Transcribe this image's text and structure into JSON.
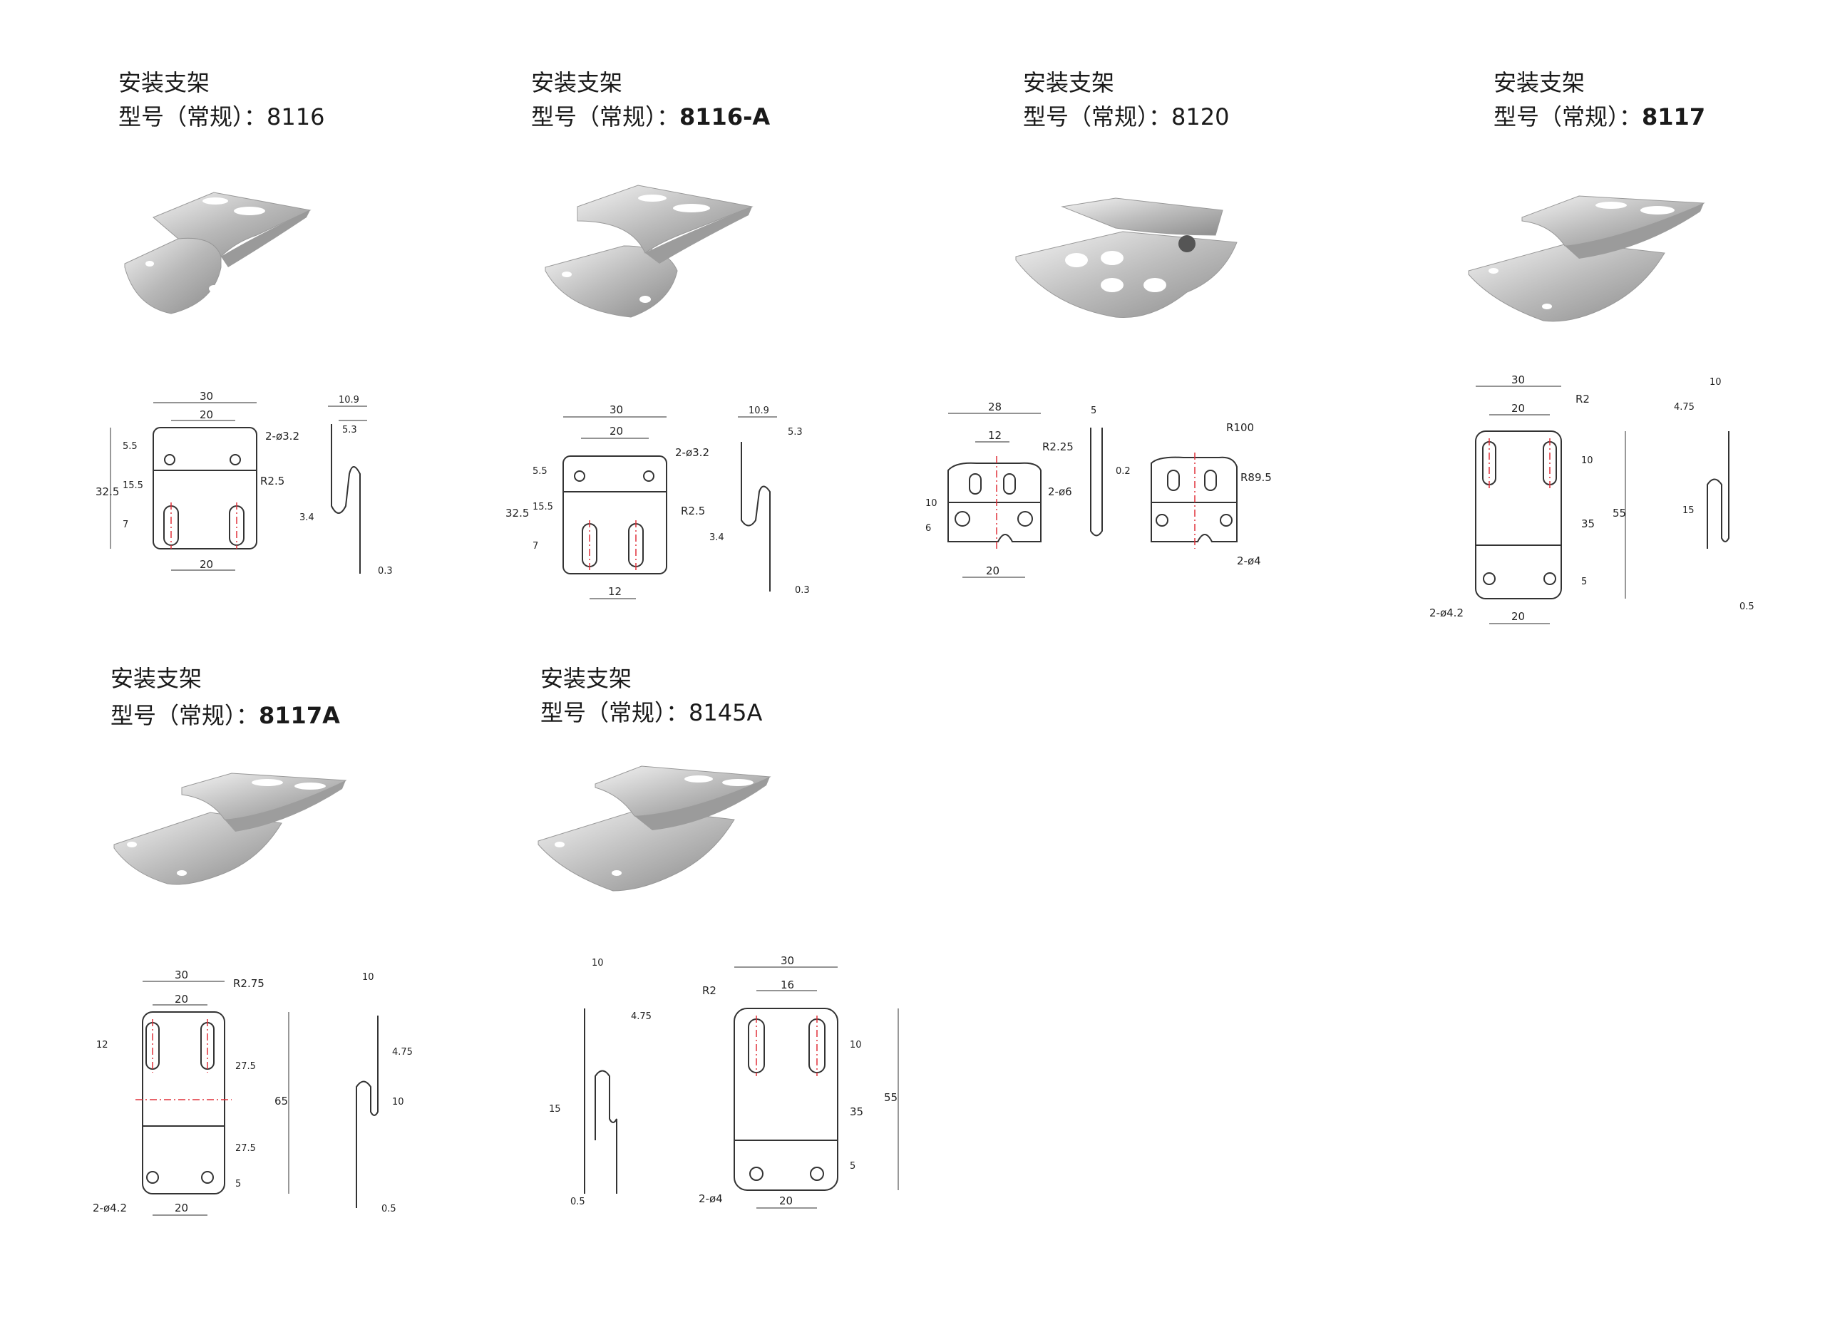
{
  "products": [
    {
      "title": "安装支架",
      "model_prefix": "型号（常规）：",
      "model": "8116",
      "model_bold": false,
      "dims": {
        "w_outer": "30",
        "w_holes": "20",
        "h_total": "32.5",
        "top_off": "5.5",
        "mid": "15.5",
        "slot": "7",
        "bottom_w": "20",
        "hole": "2-ø3.2",
        "slot_r": "R2.5",
        "depth": "10.9",
        "depth2": "5.3",
        "lip": "3.4",
        "thick": "0.3"
      }
    },
    {
      "title": "安装支架",
      "model_prefix": "型号（常规）：",
      "model": "8116-A",
      "model_bold": true,
      "dims": {
        "w_outer": "30",
        "w_holes": "20",
        "h_total": "32.5",
        "top_off": "5.5",
        "mid": "15.5",
        "slot": "7",
        "bottom_w": "12",
        "hole": "2-ø3.2",
        "slot_r": "R2.5",
        "depth": "10.9",
        "depth2": "5.3",
        "lip": "3.4",
        "thick": "0.3"
      }
    },
    {
      "title": "安装支架",
      "model_prefix": "型号（常规）：",
      "model": "8120",
      "model_bold": false,
      "dims": {
        "w_outer": "28",
        "w_holes": "12",
        "slot_r": "R2.25",
        "hole": "2-ø6",
        "h1": "10",
        "h2": "6",
        "bottom_w": "20",
        "depth": "5",
        "thick": "0.2",
        "r_top": "R100",
        "r_side": "R89.5",
        "hole2": "2-ø4"
      }
    },
    {
      "title": "安装支架",
      "model_prefix": "型号（常规）：",
      "model": "8117",
      "model_bold": true,
      "dims": {
        "w_outer": "30",
        "w_holes": "20",
        "slot_r": "R2",
        "slot_h": "10",
        "mid": "35",
        "h_total": "55",
        "bot": "5",
        "hole": "2-ø4.2",
        "bottom_w": "20",
        "depth": "10",
        "depth2": "4.75",
        "side_h": "15",
        "thick": "0.5"
      }
    },
    {
      "title": "安装支架",
      "model_prefix": "型号（常规）：",
      "model": "8117A",
      "model_bold": true,
      "dims": {
        "w_outer": "30",
        "w_holes": "20",
        "slot_r": "R2.75",
        "slot_h": "12",
        "up": "27.5",
        "down": "27.5",
        "h_total": "65",
        "bot": "5",
        "hole": "2-ø4.2",
        "bottom_w": "20",
        "depth": "10",
        "depth2": "4.75",
        "side_h": "10",
        "thick": "0.5"
      }
    },
    {
      "title": "安装支架",
      "model_prefix": "型号（常规）：",
      "model": "8145A",
      "model_bold": false,
      "dims": {
        "w_outer": "30",
        "w_holes": "16",
        "slot_r": "R2",
        "slot_h": "10",
        "mid": "35",
        "h_total": "55",
        "bot": "5",
        "hole": "2-ø4",
        "bottom_w": "20",
        "depth": "10",
        "depth2": "4.75",
        "side_h": "15",
        "thick": "0.5"
      }
    }
  ]
}
